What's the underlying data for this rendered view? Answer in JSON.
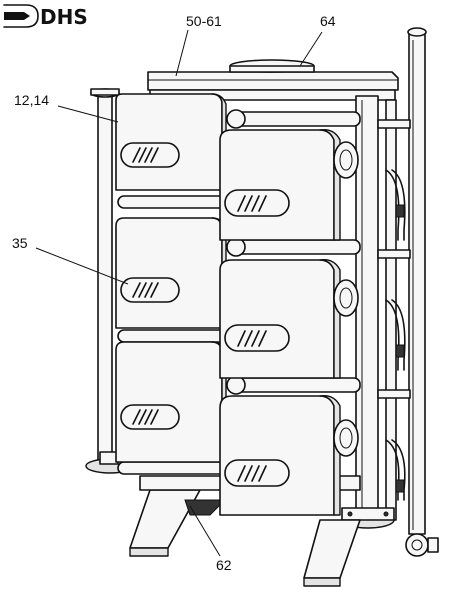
{
  "logo": {
    "text": "DHS"
  },
  "callouts": {
    "label_50_61": "50-61",
    "label_64": "64",
    "label_12_14": "12,14",
    "label_35": "35",
    "label_62": "62"
  }
}
